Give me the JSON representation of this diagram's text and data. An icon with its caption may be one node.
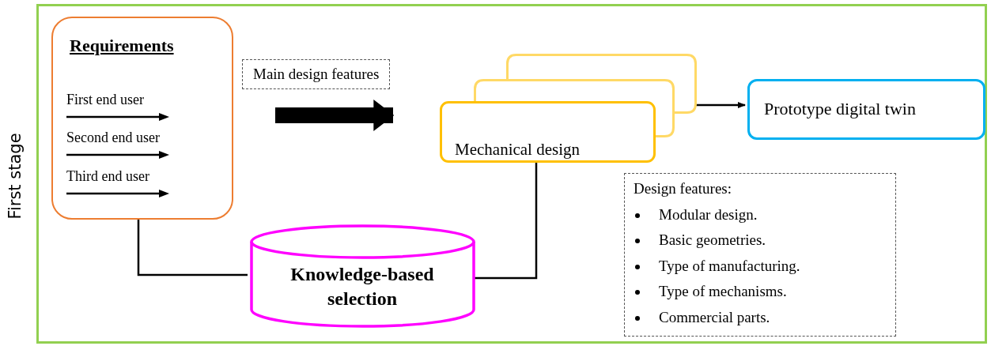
{
  "diagram": {
    "nodes": [
      {
        "text": [
          "First stage"
        ]
      },
      {
        "text": [
          "Requirements",
          "First end user",
          "Second end user",
          "Third end user"
        ],
        "in": 0
      },
      {
        "text": [],
        "shape": "box",
        "in": 0
      },
      {
        "text": [],
        "shape": "box",
        "in": 0
      },
      {
        "text": [
          "Mechanical design"
        ],
        "in": 0
      },
      {
        "text": [
          "Prototype digital twin"
        ],
        "in": 0
      },
      {
        "text": [
          "Knowledge-based selection"
        ],
        "in": 0
      },
      {
        "text": [
          "Design features:",
          "Modular design.",
          "Basic geometries.",
          "Type of manufacturing.",
          "Type of mechanisms.",
          "Commercial parts."
        ],
        "in": 0
      }
    ],
    "edges": [
      {
        "from": 1,
        "to": 4,
        "arrow": "to",
        "style": "thick",
        "label": "Main design features"
      },
      {
        "from": 2,
        "to": 5,
        "arrow": "to"
      },
      {
        "from": 1,
        "to": 6,
        "arrow": "none"
      },
      {
        "from": 6,
        "to": 4,
        "arrow": "none"
      }
    ]
  }
}
